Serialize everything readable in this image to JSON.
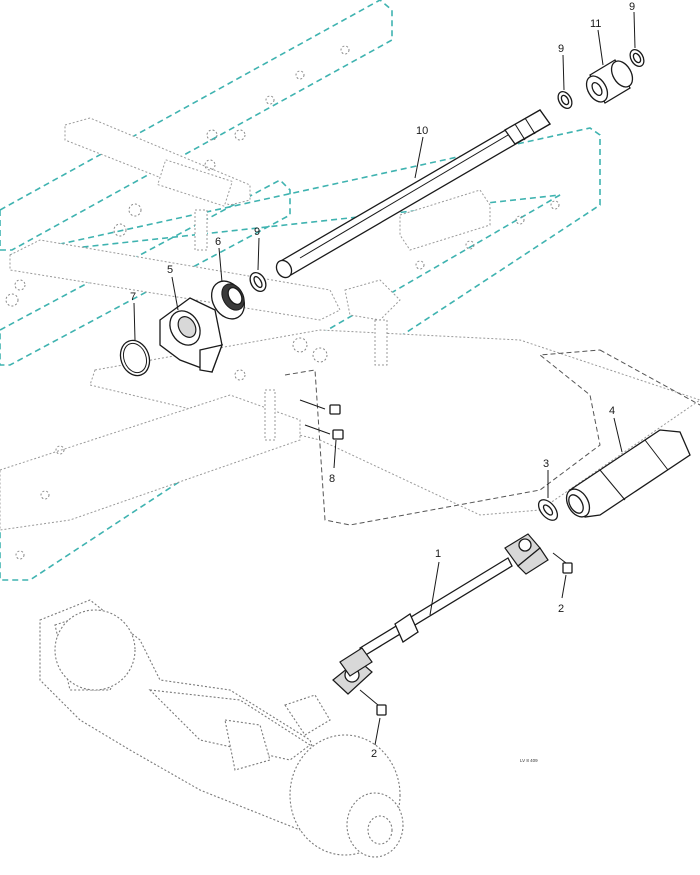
{
  "callouts": {
    "c1": "1",
    "c2a": "2",
    "c2b": "2",
    "c3": "3",
    "c4": "4",
    "c5": "5",
    "c6": "6",
    "c7": "7",
    "c8": "8",
    "c9a": "9",
    "c9b": "9",
    "c9c": "9",
    "c10": "10",
    "c11": "11"
  },
  "drawing_code": "LV 8 409"
}
